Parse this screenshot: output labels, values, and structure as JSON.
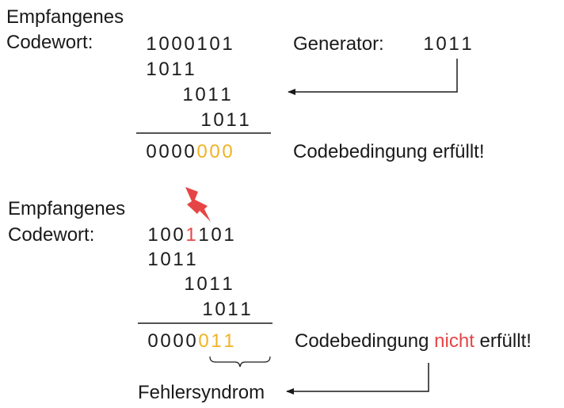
{
  "example1": {
    "label_line1": "Empfangenes",
    "label_line2": "Codewort:",
    "codeword": [
      "1",
      "0",
      "0",
      "0",
      "1",
      "0",
      "1"
    ],
    "generator_label": "Generator:",
    "generator": [
      "1",
      "0",
      "1",
      "1"
    ],
    "divisor_rows": [
      [
        "1",
        "0",
        "1",
        "1"
      ],
      [
        "1",
        "0",
        "1",
        "1"
      ],
      [
        "1",
        "0",
        "1",
        "1"
      ]
    ],
    "result": [
      "0",
      "0",
      "0",
      "0",
      "0",
      "0",
      "0"
    ],
    "status": "Codebedingung erfüllt!"
  },
  "example2": {
    "label_line1": "Empfangenes",
    "label_line2": "Codewort:",
    "codeword": [
      "1",
      "0",
      "0",
      "1",
      "1",
      "0",
      "1"
    ],
    "error_bit_index": 3,
    "divisor_rows": [
      [
        "1",
        "0",
        "1",
        "1"
      ],
      [
        "1",
        "0",
        "1",
        "1"
      ],
      [
        "1",
        "0",
        "1",
        "1"
      ]
    ],
    "result": [
      "0",
      "0",
      "0",
      "0",
      "0",
      "1",
      "1"
    ],
    "status_prefix": "Codebedingung",
    "status_highlight": "nicht",
    "status_suffix": "erfüllt!",
    "syndrome_label": "Fehlersyndrom"
  },
  "colors": {
    "highlight_yellow": "#f0b323",
    "error_red": "#e64545",
    "text": "#1a1a1a"
  },
  "icons": {
    "error_marker": "lightning-bolt-icon"
  }
}
